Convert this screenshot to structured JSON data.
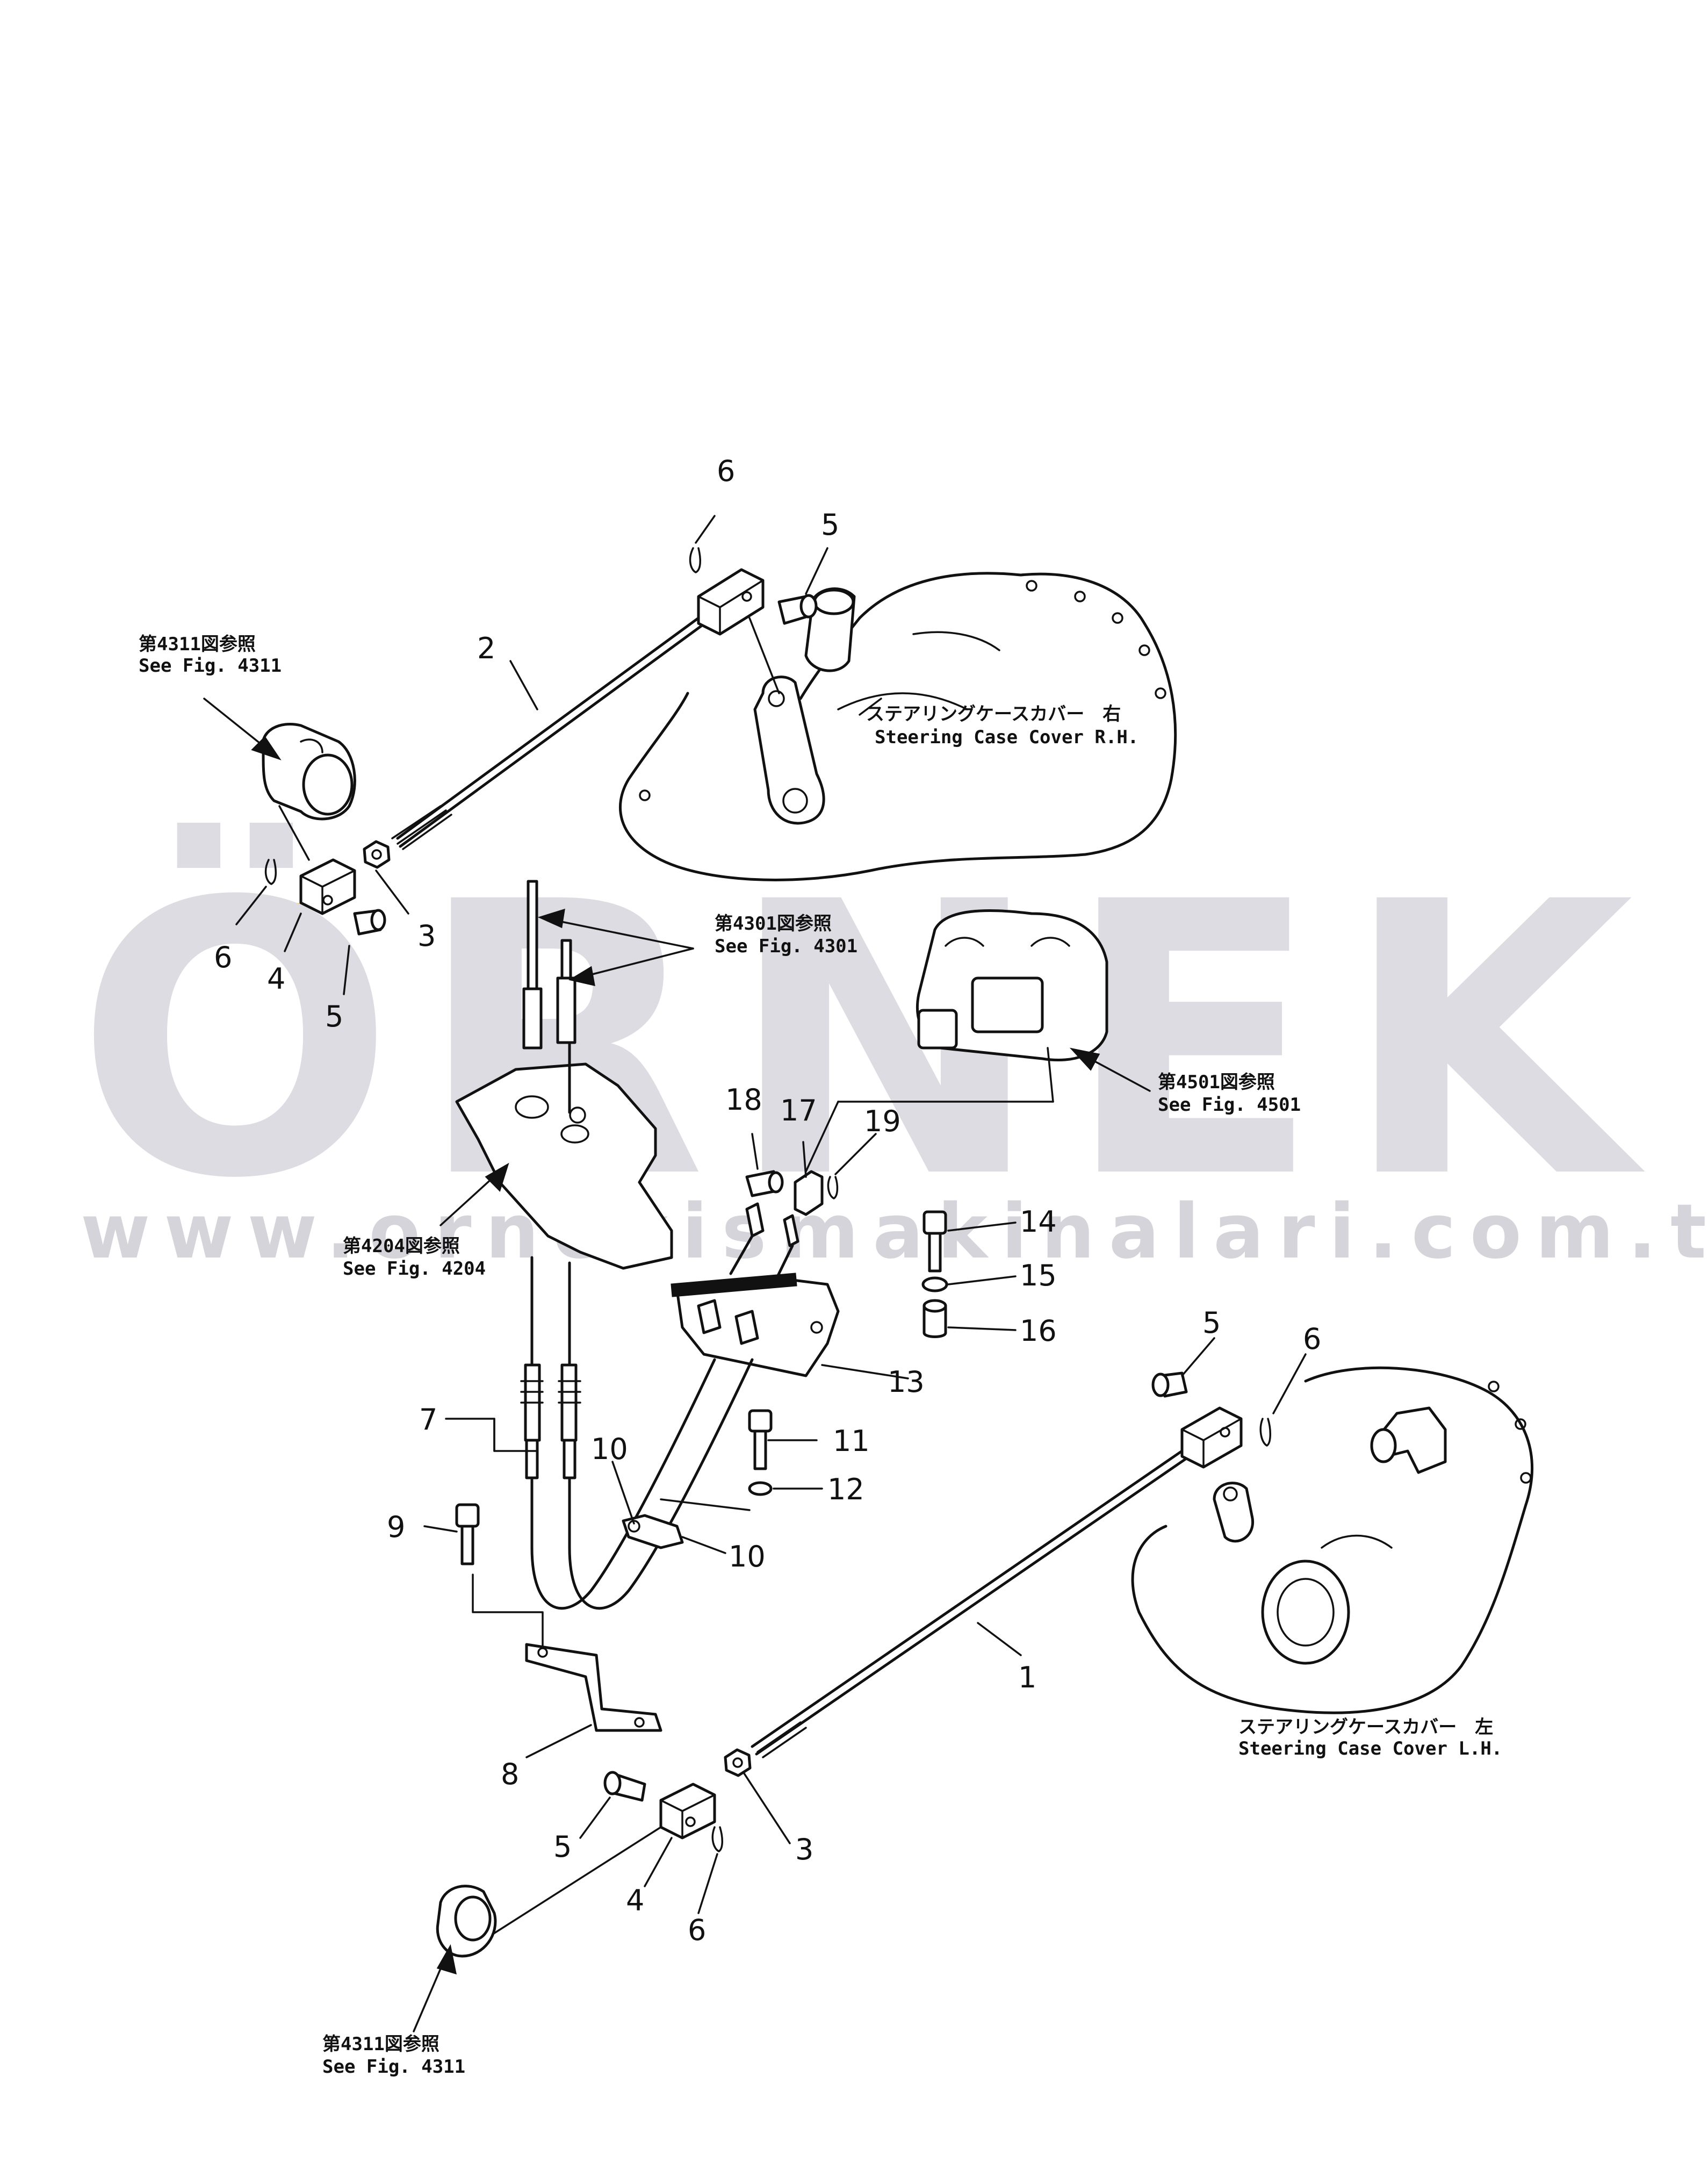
{
  "watermark": {
    "brand": "ÖRNEK",
    "url": "www.ornekismakinalari.com.tr",
    "accent_color": "#f5d77a",
    "text_color": "#dcdce2"
  },
  "callouts": {
    "c6a": "6",
    "c5a": "5",
    "c2": "2",
    "c3a": "3",
    "c4a": "4",
    "c5b": "5",
    "c6b": "6",
    "c18": "18",
    "c17": "17",
    "c19": "19",
    "c14": "14",
    "c15": "15",
    "c16": "16",
    "c13": "13",
    "c7": "7",
    "c10a": "10",
    "c11": "11",
    "c12": "12",
    "c9": "9",
    "c10b": "10",
    "c8": "8",
    "c1": "1",
    "c5c": "5",
    "c6c": "6",
    "c5d": "5",
    "c3b": "3",
    "c4b": "4",
    "c6d": "6"
  },
  "references": {
    "fig4311_top": {
      "jp": "第4311図参照",
      "en": "See Fig. 4311"
    },
    "fig4301": {
      "jp": "第4301図参照",
      "en": "See Fig. 4301"
    },
    "fig4501": {
      "jp": "第4501図参照",
      "en": "See Fig. 4501"
    },
    "fig4204": {
      "jp": "第4204図参照",
      "en": "See Fig. 4204"
    },
    "fig4311_bottom": {
      "jp": "第4311図参照",
      "en": "See Fig. 4311"
    }
  },
  "case_labels": {
    "rh": {
      "jp": "ステアリングケースカバー　右",
      "en": "Steering Case Cover R.H."
    },
    "lh": {
      "jp": "ステアリングケースカバー　左",
      "en": "Steering Case Cover L.H."
    }
  }
}
